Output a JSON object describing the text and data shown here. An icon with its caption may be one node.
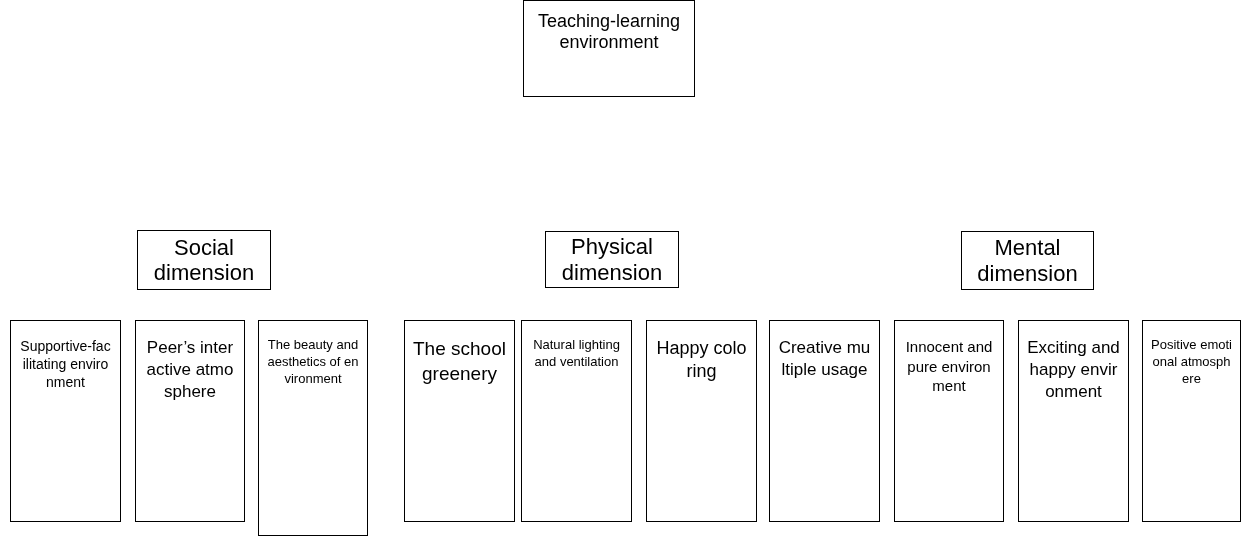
{
  "diagram": {
    "nodes": [
      {
        "text": [
          "Teaching-learning environment"
        ]
      },
      {
        "text": [
          "Social dimension"
        ]
      },
      {
        "text": [
          "Physical dimension"
        ]
      },
      {
        "text": [
          "Mental dimension"
        ]
      },
      {
        "text": [
          "Supportive-facilitating environment"
        ]
      },
      {
        "text": [
          "Peer’s interactive atmosphere"
        ]
      },
      {
        "text": [
          "The beauty and aesthetics of environment"
        ]
      },
      {
        "text": [
          "The school greenery"
        ]
      },
      {
        "text": [
          "Natural lighting and ventilation"
        ]
      },
      {
        "text": [
          "Happy coloring"
        ]
      },
      {
        "text": [
          "Creative multiple usage"
        ]
      },
      {
        "text": [
          "Innocent and pure environment"
        ]
      },
      {
        "text": [
          "Exciting and happy environment"
        ]
      },
      {
        "text": [
          "Positive emotional atmosphere"
        ]
      }
    ]
  }
}
